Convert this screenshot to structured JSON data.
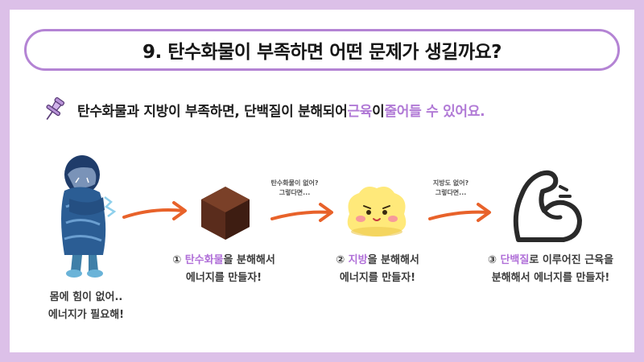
{
  "title": "9. 탄수화물이 부족하면 어떤 문제가 생길까요?",
  "subtitle": {
    "pre": "탄수화물과 지방이 부족하면, 단백질이 분해되어 ",
    "hl1": "근육",
    "mid": "이 ",
    "hl2": "줄어들 수 있어요.",
    "icon": "pushpin-icon"
  },
  "person": {
    "line1": "몸에 힘이 없어..",
    "line2": "에너지가 필요해!"
  },
  "step1": {
    "num": "①",
    "hl": "탄수화물",
    "rest": "을 분해해서",
    "line2": "에너지를 만들자!"
  },
  "note1": {
    "line1": "탄수화물이 없어?",
    "line2": "그렇다면..."
  },
  "step2": {
    "num": "②",
    "hl": "지방",
    "rest": "을 분해해서",
    "line2": "에너지를 만들자!"
  },
  "note2": {
    "line1": "지방도 없어?",
    "line2": "그렇다면..."
  },
  "step3": {
    "num": "③",
    "hl": "단백질",
    "rest": "로 이루어진 근육을",
    "line2": "분해해서 에너지를 만들자!"
  },
  "colors": {
    "background": "#dcc0e8",
    "accent": "#b484d4",
    "highlight": "#b17ad6",
    "arrow": "#e8622a"
  }
}
